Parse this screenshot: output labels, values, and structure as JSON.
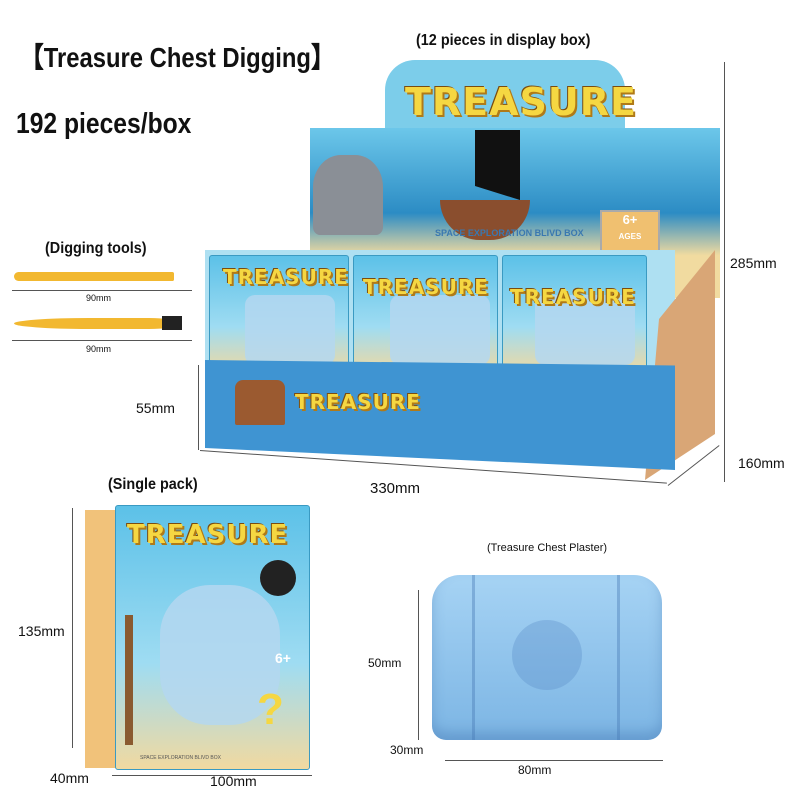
{
  "title": "【Treasure Chest Digging】",
  "subtitle": "192 pieces/box",
  "display_box": {
    "label": "(12 pieces in display box)",
    "brand": "TREASURE",
    "tagline": "SPACE EXPLORATION BLIVD BOX",
    "age": "6+",
    "age_unit": "AGES",
    "height": "285mm",
    "front_height": "55mm",
    "width": "330mm",
    "depth": "160mm"
  },
  "tools": {
    "label": "(Digging tools)",
    "tool1_length": "90mm",
    "tool2_length": "90mm",
    "color": "#f2b830"
  },
  "single_pack": {
    "label": "(Single pack)",
    "brand": "TREASURE",
    "age": "6+",
    "height": "135mm",
    "width": "100mm",
    "depth": "40mm",
    "tagline": "SPACE EXPLORATION BLIVD BOX"
  },
  "plaster": {
    "label": "(Treasure Chest Plaster)",
    "height": "50mm",
    "width": "80mm",
    "depth": "30mm",
    "color": "#8fc3ec"
  }
}
